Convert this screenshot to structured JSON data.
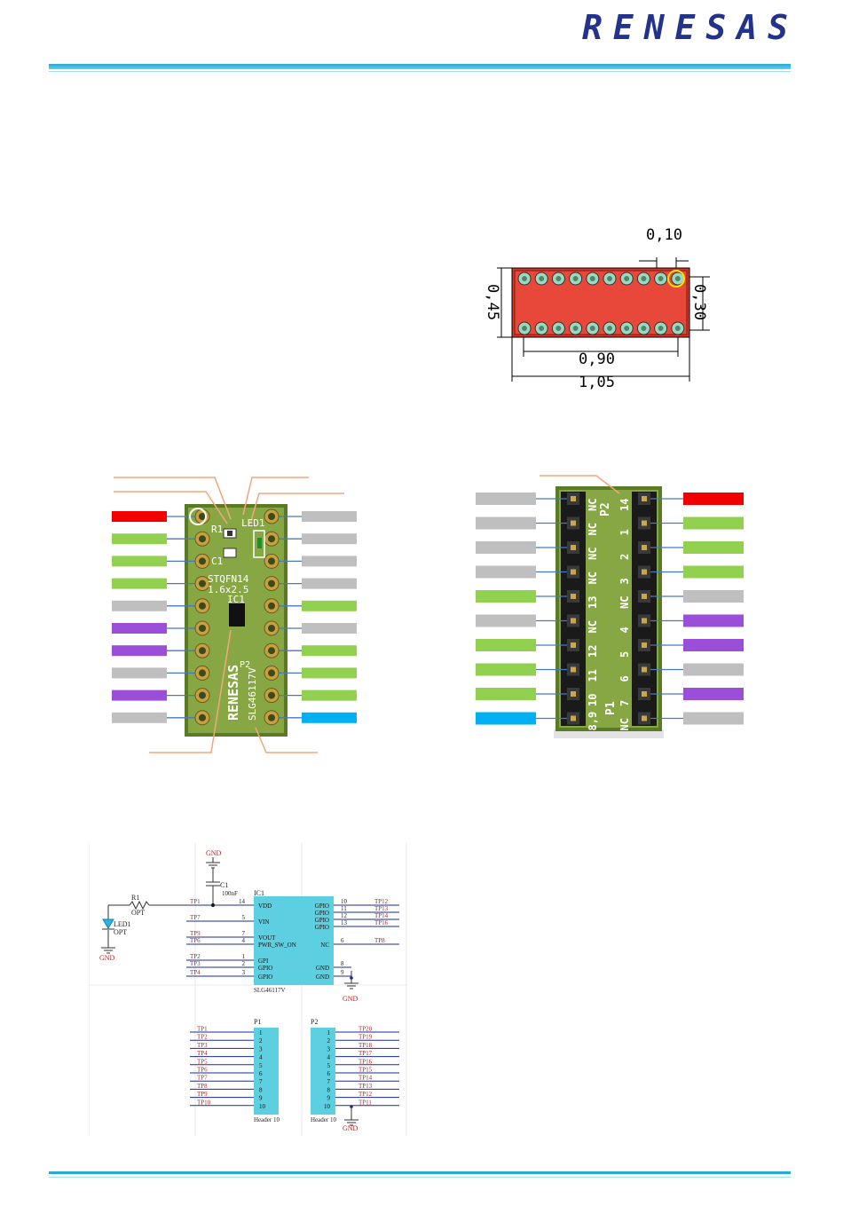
{
  "brand": {
    "logo_text": "RENESAS",
    "accent": "#2aa8d6",
    "logo_color": "#23338c"
  },
  "dimensions": {
    "top_offset": "0,10",
    "height_outer": "0,45",
    "height_inner": "0,30",
    "width_inner": "0,90",
    "width_outer": "1,05"
  },
  "colors": {
    "red": "#f20000",
    "green": "#92d050",
    "gray": "#bfbfbf",
    "purple": "#9b4fd8",
    "blue": "#00b0f0"
  },
  "board_top": {
    "left_colors": [
      "red",
      "green",
      "green",
      "green",
      "gray",
      "purple",
      "purple",
      "gray",
      "purple",
      "gray"
    ],
    "right_colors": [
      "gray",
      "gray",
      "gray",
      "gray",
      "green",
      "gray",
      "green",
      "green",
      "green",
      "blue"
    ],
    "labels": {
      "led": "LED1",
      "r": "R1",
      "c": "C1",
      "pkg_line1": "STQFN14",
      "pkg_line2": "1.6x2.5",
      "ic": "IC1",
      "brand": "RENESAS",
      "part": "SLG46117V",
      "p2": "P2"
    }
  },
  "board_header": {
    "left_colors": [
      "gray",
      "gray",
      "gray",
      "gray",
      "green",
      "gray",
      "green",
      "green",
      "green",
      "blue"
    ],
    "right_colors": [
      "red",
      "green",
      "green",
      "green",
      "gray",
      "purple",
      "purple",
      "gray",
      "purple",
      "gray"
    ],
    "left_pins": [
      "NC",
      "NC",
      "NC",
      "NC",
      "13",
      "NC",
      "12",
      "11",
      "10",
      "8,9"
    ],
    "right_pins": [
      "14",
      "1",
      "2",
      "3",
      "NC",
      "4",
      "5",
      "6",
      "7",
      "NC"
    ],
    "p1": "P1",
    "p2": "P2"
  },
  "schematic": {
    "gnd": "GND",
    "c1": "C1",
    "c1_value": "100nF",
    "ic1": "IC1",
    "r1": "R1",
    "r1_value": "OPT",
    "led1": "LED1",
    "led1_value": "OPT",
    "part": "SLG46117V",
    "ic_left": [
      {
        "tp": "TP1",
        "num": "14",
        "pin": "VDD"
      },
      {
        "tp": "TP7",
        "num": "5",
        "pin": "VIN"
      },
      {
        "tp": "TP9",
        "num": "7",
        "pin": "VOUT"
      },
      {
        "tp": "TP6",
        "num": "4",
        "pin": "PWR_SW_ON"
      },
      {
        "tp": "TP2",
        "num": "1",
        "pin": "GPI"
      },
      {
        "tp": "TP3",
        "num": "2",
        "pin": "GPIO"
      },
      {
        "tp": "TP4",
        "num": "3",
        "pin": "GPIO"
      }
    ],
    "ic_right": [
      {
        "pin": "GPIO",
        "num": "10",
        "tp": "TP12"
      },
      {
        "pin": "GPIO",
        "num": "11",
        "tp": "TP13"
      },
      {
        "pin": "GPIO",
        "num": "12",
        "tp": "TP14"
      },
      {
        "pin": "GPIO",
        "num": "13",
        "tp": "TP16"
      },
      {
        "pin": "NC",
        "num": "6",
        "tp": "TP8"
      },
      {
        "pin": "GND",
        "num": "8",
        "tp": ""
      },
      {
        "pin": "GND",
        "num": "9",
        "tp": ""
      }
    ],
    "p1": {
      "name": "P1",
      "footer": "Header 10",
      "tps": [
        "TP1",
        "TP2",
        "TP3",
        "TP4",
        "TP5",
        "TP6",
        "TP7",
        "TP8",
        "TP9",
        "TP10"
      ],
      "nums": [
        "1",
        "2",
        "3",
        "4",
        "5",
        "6",
        "7",
        "8",
        "9",
        "10"
      ]
    },
    "p2": {
      "name": "P2",
      "footer": "Header 10",
      "tps": [
        "TP20",
        "TP19",
        "TP18",
        "TP17",
        "TP16",
        "TP15",
        "TP14",
        "TP13",
        "TP12",
        "TP11"
      ],
      "nums": [
        "1",
        "2",
        "3",
        "4",
        "5",
        "6",
        "7",
        "8",
        "9",
        "10"
      ]
    }
  }
}
